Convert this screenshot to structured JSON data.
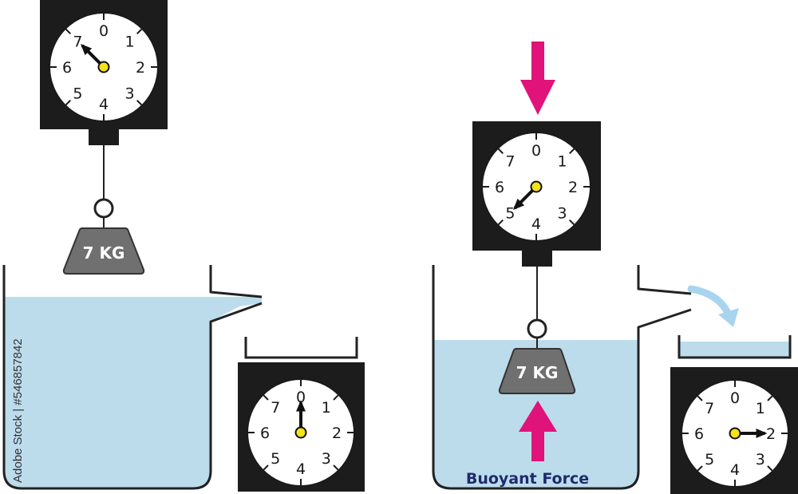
{
  "colors": {
    "water": "#bcdcec",
    "arrow": "#e0137a",
    "overflow_arrow": "#a9d4ee",
    "scale_body": "#1c1c1c",
    "weight": "#707070",
    "pivot": "#f5e21a",
    "container_line": "#222222"
  },
  "scenes": [
    {
      "id": "left",
      "spring_scale": {
        "numbers": [
          "0",
          "1",
          "2",
          "3",
          "4",
          "5",
          "6",
          "7"
        ],
        "reading": 7
      },
      "weight_label": "7 KG",
      "overflow_scale": {
        "numbers": [
          "0",
          "1",
          "2",
          "3",
          "4",
          "5",
          "6",
          "7"
        ],
        "reading": 0
      }
    },
    {
      "id": "right",
      "spring_scale": {
        "numbers": [
          "0",
          "1",
          "2",
          "3",
          "4",
          "5",
          "6",
          "7"
        ],
        "reading": 5
      },
      "weight_label": "7 KG",
      "overflow_scale": {
        "numbers": [
          "0",
          "1",
          "2",
          "3",
          "4",
          "5",
          "6",
          "7"
        ],
        "reading": 2
      },
      "force_label": "Buoyant Force"
    }
  ],
  "watermark": "Adobe Stock | #546857842"
}
